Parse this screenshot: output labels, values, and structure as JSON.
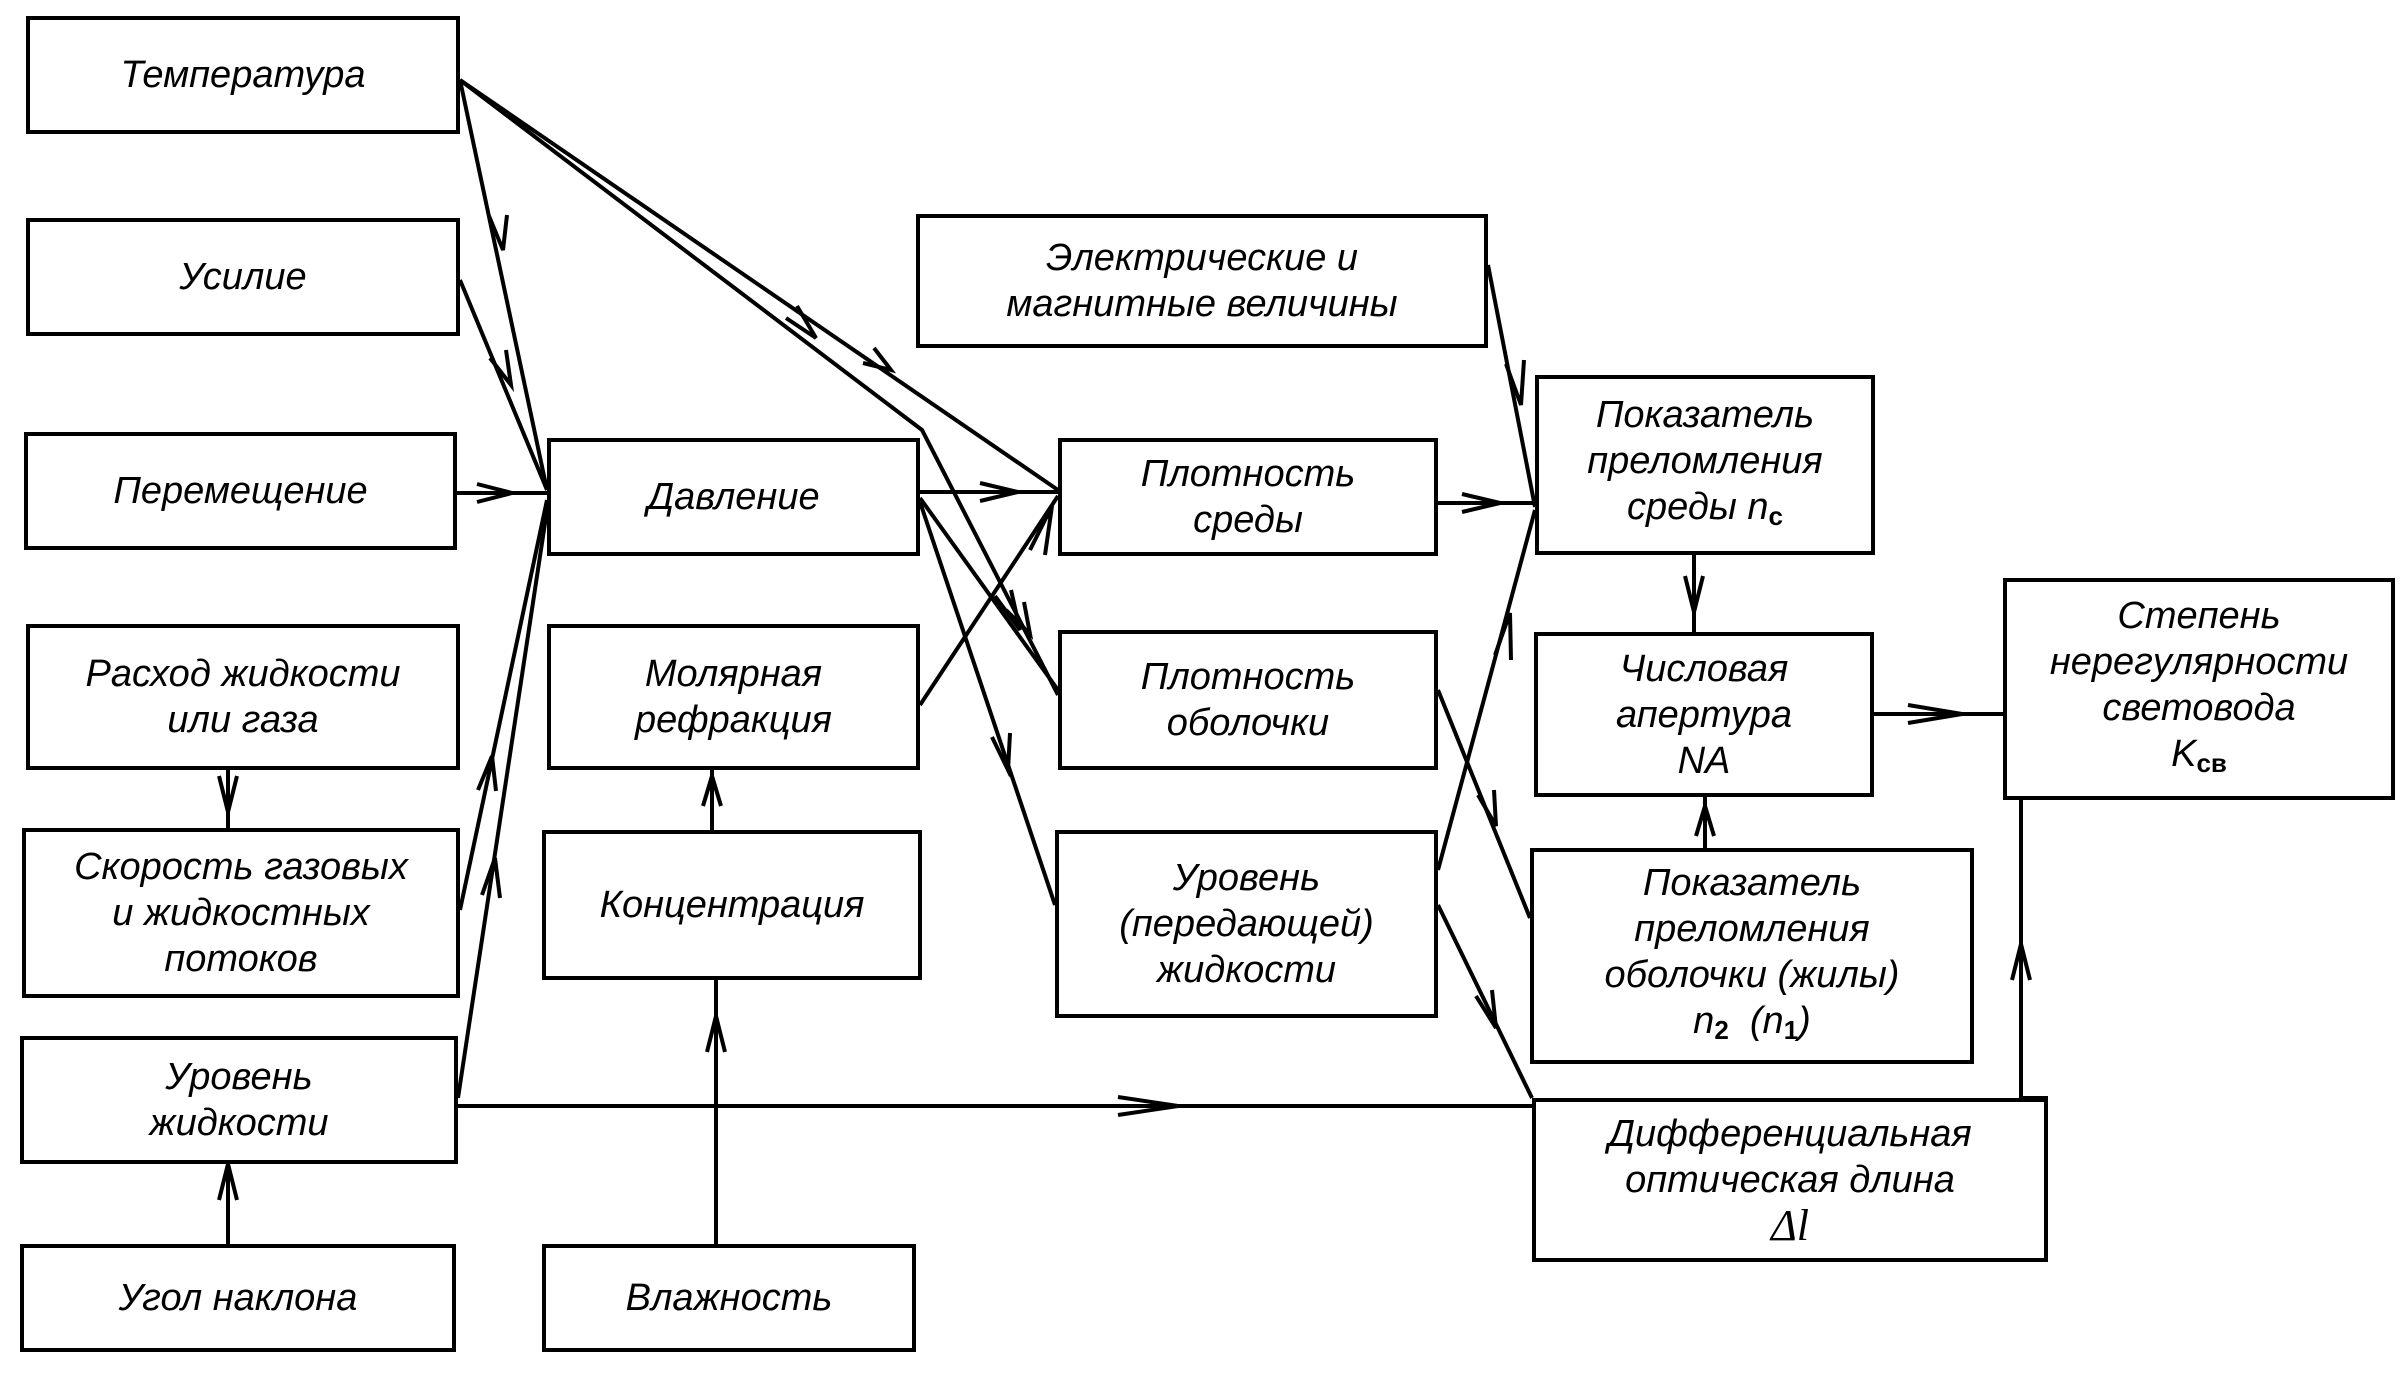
{
  "nodes": {
    "temperatura": [
      "Температура"
    ],
    "usilie": [
      "Усилие"
    ],
    "peremeshchenie": [
      "Перемещение"
    ],
    "raskhod": [
      "Расход жидкости",
      "или газа"
    ],
    "skorost": [
      "Скорость газовых",
      "и жидкостных",
      "потоков"
    ],
    "uroven_zhidkosti": [
      "Уровень",
      "жидкости"
    ],
    "ugol": [
      "Угол наклона"
    ],
    "davlenie": [
      "Давление"
    ],
    "molyarnaya": [
      "Молярная",
      "рефракция"
    ],
    "koncentraciya": [
      "Концентрация"
    ],
    "vlazhnost": [
      "Влажность"
    ],
    "elektricheskie": [
      "Электрические и",
      "магнитные величины"
    ],
    "plotnost_sredy": [
      "Плотность",
      "среды"
    ],
    "plotnost_obolochki": [
      "Плотность",
      "оболочки"
    ],
    "uroven_peredayushchey": [
      "Уровень",
      "(передающей)",
      "жидкости"
    ],
    "pokazatel_sredy": {
      "line1": "Показатель",
      "line2": "преломления",
      "line3_text": "среды ",
      "line3_var": "n",
      "line3_sub": "с"
    },
    "chislovaya": [
      "Числовая",
      "апертура",
      "NA"
    ],
    "pokazatel_obolochki": {
      "line1": "Показатель",
      "line2": "преломления",
      "line3": "оболочки (жилы)",
      "var_a": "n",
      "sub_a": "2",
      "var_b": "(n",
      "sub_b": "1",
      "close_b": ")"
    },
    "differencialnaya": {
      "line1": "Дифференциальная",
      "line2": "оптическая длина",
      "symbol": "Δl"
    },
    "stepen": {
      "line1": "Степень",
      "line2": "нерегулярности",
      "line3": "световода",
      "var": "K",
      "sub": "св"
    }
  },
  "edges": [
    [
      "temperatura",
      "davlenie"
    ],
    [
      "temperatura",
      "plotnost_sredy"
    ],
    [
      "temperatura",
      "plotnost_obolochki"
    ],
    [
      "usilie",
      "davlenie"
    ],
    [
      "peremeshchenie",
      "davlenie"
    ],
    [
      "raskhod",
      "skorost"
    ],
    [
      "skorost",
      "davlenie"
    ],
    [
      "uroven_zhidkosti",
      "davlenie"
    ],
    [
      "uroven_zhidkosti",
      "differencialnaya"
    ],
    [
      "ugol",
      "uroven_zhidkosti"
    ],
    [
      "davlenie",
      "plotnost_sredy"
    ],
    [
      "davlenie",
      "plotnost_obolochki"
    ],
    [
      "davlenie",
      "uroven_peredayushchey"
    ],
    [
      "molyarnaya",
      "plotnost_sredy"
    ],
    [
      "koncentraciya",
      "molyarnaya"
    ],
    [
      "vlazhnost",
      "koncentraciya"
    ],
    [
      "elektricheskie",
      "pokazatel_sredy"
    ],
    [
      "plotnost_sredy",
      "pokazatel_sredy"
    ],
    [
      "uroven_peredayushchey",
      "pokazatel_sredy"
    ],
    [
      "plotnost_obolochki",
      "pokazatel_obolochki"
    ],
    [
      "uroven_peredayushchey",
      "differencialnaya"
    ],
    [
      "pokazatel_sredy",
      "chislovaya"
    ],
    [
      "pokazatel_obolochki",
      "chislovaya"
    ],
    [
      "chislovaya",
      "stepen"
    ],
    [
      "differencialnaya",
      "stepen"
    ]
  ]
}
